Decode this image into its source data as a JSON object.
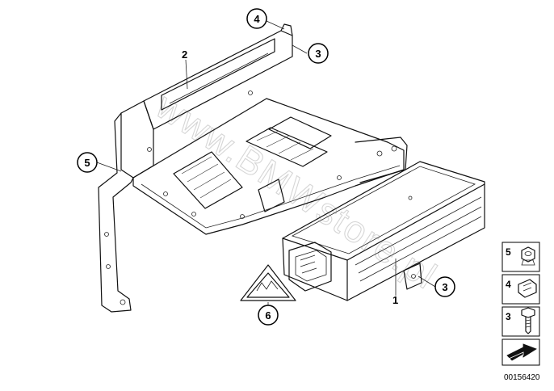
{
  "watermark_text": "www.BMWstore.pl",
  "callouts": [
    {
      "id": "c1",
      "label": "1"
    },
    {
      "id": "c2",
      "label": "2"
    },
    {
      "id": "c3a",
      "label": "3"
    },
    {
      "id": "c3b",
      "label": "3"
    },
    {
      "id": "c4",
      "label": "4"
    },
    {
      "id": "c5",
      "label": "5"
    },
    {
      "id": "c6",
      "label": "6"
    }
  ],
  "legend": [
    {
      "number": "5",
      "icon": "hex-nut-icon"
    },
    {
      "number": "4",
      "icon": "clip-nut-icon"
    },
    {
      "number": "3",
      "icon": "screw-icon"
    },
    {
      "number": "",
      "icon": "arrow-icon"
    }
  ],
  "document_number": "00156420",
  "colors": {
    "line": "#111111",
    "watermark": "#d6d6d6",
    "legend_border": "#000000"
  }
}
